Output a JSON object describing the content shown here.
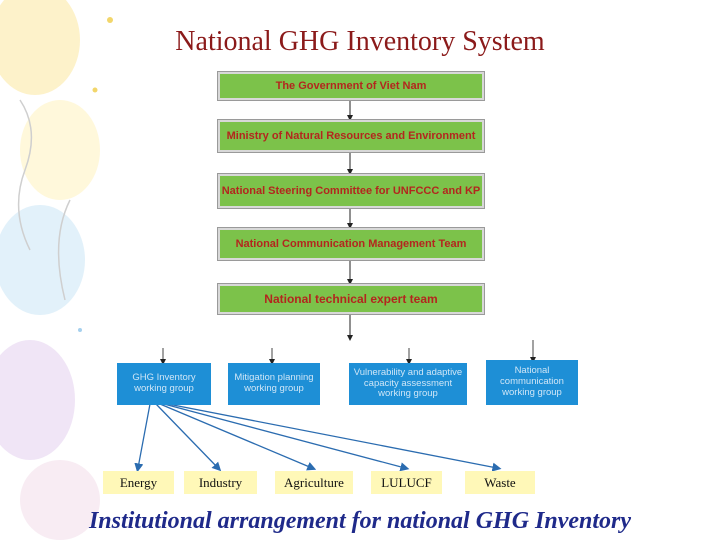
{
  "title": "National GHG Inventory System",
  "caption": "Institutional arrangement for national GHG Inventory",
  "hierarchy": [
    "The Government of  Viet Nam",
    "Ministry of Natural Resources and Environment",
    "National Steering Committee for UNFCCC and  KP",
    "National Communication Management Team",
    "National technical expert team"
  ],
  "working_groups": [
    "GHG Inventory working group",
    "Mitigation planning working group",
    "Vulnerability and adaptive capacity assessment working group",
    "National communication working group"
  ],
  "sectors": [
    "Energy",
    "Industry",
    "Agriculture",
    "LULUCF",
    "Waste"
  ],
  "colors": {
    "title": "#8b1a1a",
    "caption": "#1f2a8a",
    "green_box": "#7cc24a",
    "green_box_text": "#b3261e",
    "blue_box": "#1e8fd6",
    "sector_box": "#fff8b8",
    "connector": "#2b6cb0"
  }
}
